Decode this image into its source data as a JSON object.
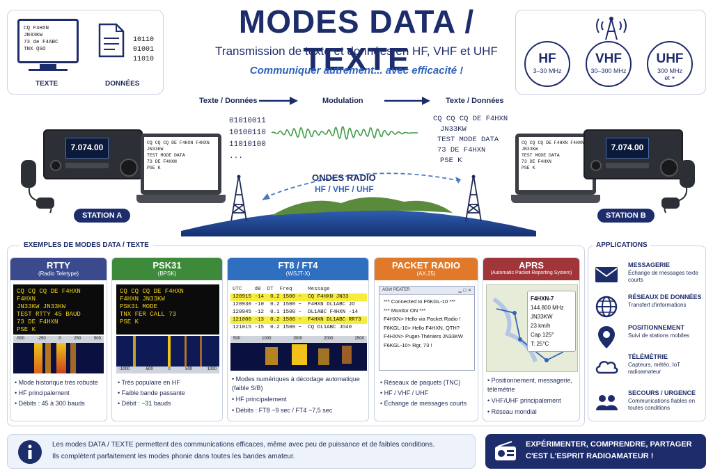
{
  "header": {
    "title": "MODES DATA / TEXTE",
    "subtitle": "Transmission de texte et données en HF, VHF et UHF",
    "tagline": "Communiquer autrement... avec efficacité !"
  },
  "top_left": {
    "lines": [
      "CQ F4HXN",
      "JN33KW",
      "73 de F4ABC",
      "TNX QSO"
    ],
    "bits": [
      "10110",
      "01001",
      "11010"
    ],
    "label_text": "TEXTE",
    "label_data": "DONNÉES"
  },
  "bands": [
    {
      "name": "HF",
      "range": "3–30 MHz"
    },
    {
      "name": "VHF",
      "range": "30–300 MHz"
    },
    {
      "name": "UHF",
      "range": "300 MHz et +"
    }
  ],
  "flow": {
    "input_label": "Texte / Données",
    "modulation_label": "Modulation",
    "output_label": "Texte / Données",
    "bits": [
      "01010011",
      "10100110",
      "11010100",
      "..."
    ],
    "received": [
      "CQ CQ CQ DE F4HXN",
      "JN33KW",
      "TEST MODE DATA",
      "73 DE F4HXN",
      "PSE K"
    ],
    "waves_title": "ONDES RADIO",
    "waves_bands": "HF / VHF / UHF"
  },
  "stations": {
    "a": {
      "label": "STATION A",
      "freq": "7.074.00",
      "screen": [
        "CQ CQ CQ DE F4HXN F4HXN",
        "JN33KW",
        "TEST MODE DATA",
        "73 DE F4HXN",
        "PSE K"
      ]
    },
    "b": {
      "label": "STATION B",
      "freq": "7.074.00",
      "screen": [
        "CQ CQ CQ DE F4HXN F4HXN",
        "JN33KW",
        "TEST MODE DATA",
        "73 DE F4HXN",
        "PSE K"
      ]
    }
  },
  "examples_title": "EXEMPLES DE MODES DATA / TEXTE",
  "modes": {
    "rtty": {
      "name": "RTTY",
      "sub": "(Radio Teletype)",
      "term": [
        "CQ CQ CQ DE F4HXN F4HXN",
        "JN33KW JN33KW",
        "TEST RTTY 45 BAUD",
        "73 DE F4HXN",
        "PSE K"
      ],
      "axis": [
        "-500",
        "-250",
        "0",
        "250",
        "500"
      ],
      "bullets": [
        "Mode historique très robuste",
        "HF principalement",
        "Débits : 45 à 300 bauds"
      ],
      "color": "#3b4a8c"
    },
    "psk31": {
      "name": "PSK31",
      "sub": "(BPSK)",
      "term": [
        "CQ CQ CQ DE F4HXN",
        "F4HXN JN33KW",
        "PSK31 MODE",
        "TNX FER CALL 73",
        "PSE K"
      ],
      "axis": [
        "-1000",
        "-500",
        "0",
        "500",
        "1000"
      ],
      "bullets": [
        "Très populaire en HF",
        "Faible bande passante",
        "Débit : ~31 bauds"
      ],
      "color": "#3d8a3a"
    },
    "ft8": {
      "name": "FT8 / FT4",
      "sub": "(WSJT-X)",
      "header": [
        "UTC",
        "dB",
        "DT",
        "Freq",
        "Message"
      ],
      "rows": [
        {
          "utc": "120915",
          "db": "-14",
          "dt": "0.2",
          "freq": "1500 ~",
          "msg": "CQ F4HXN JN33",
          "hl": true
        },
        {
          "utc": "120930",
          "db": "-10",
          "dt": "0.2",
          "freq": "1500 ~",
          "msg": "F4HXN DL1ABC JO",
          "hl": false
        },
        {
          "utc": "120945",
          "db": "-12",
          "dt": "0.1",
          "freq": "1500 ~",
          "msg": "DL1ABC F4HXN -14",
          "hl": false
        },
        {
          "utc": "121000",
          "db": "-13",
          "dt": "0.2",
          "freq": "1500 ~",
          "msg": "F4HXN DL1ABC RR73",
          "hl": true
        },
        {
          "utc": "121015",
          "db": "-15",
          "dt": "0.2",
          "freq": "1500 ~",
          "msg": "CQ DL1ABC JO40",
          "hl": false
        }
      ],
      "axis": [
        "500",
        "1000",
        "1500",
        "2000",
        "2500"
      ],
      "bullets": [
        "Modes numériques à décodage automatique (faible S/B)",
        "HF principalement",
        "Débits : FT8 ~9 sec / FT4 ~7,5 sec"
      ],
      "color": "#2f6fc0"
    },
    "packet": {
      "name": "PACKET RADIO",
      "sub": "(AX.25)",
      "win_title": "AGW PEATER",
      "lines": [
        "*** Connected to F6KGL-10 ***",
        "*** Monitor ON ***",
        "F4HXN> Hello via Packet Radio !",
        "F6KGL-10> Hello F4HXN, QTH?",
        "F4HXN> Puget-Théniers JN33KW",
        "F6KGL-10> Rgr, 73 !"
      ],
      "bullets": [
        "Réseaux de paquets (TNC)",
        "HF / VHF / UHF",
        "Échange de messages courts"
      ],
      "color": "#e07a2a"
    },
    "aprs": {
      "name": "APRS",
      "sub": "(Automatic Packet Reporting System)",
      "popup": [
        "F4HXN-7",
        "144.800 MHz",
        "JN33KW",
        "23 km/h",
        "Cap 125°",
        "T: 25°C"
      ],
      "bullets": [
        "Positionnement, messagerie, télémétrie",
        "VHF/UHF principalement",
        "Réseau mondial"
      ],
      "color": "#a0353a"
    }
  },
  "applications": {
    "title": "APPLICATIONS",
    "items": [
      {
        "icon": "envelope-icon",
        "title": "MESSAGERIE",
        "desc": "Échange de messages texte courts"
      },
      {
        "icon": "globe-icon",
        "title": "RÉSEAUX DE DONNÉES",
        "desc": "Transfert d'informations"
      },
      {
        "icon": "map-pin-icon",
        "title": "POSITIONNEMENT",
        "desc": "Suivi de stations mobiles"
      },
      {
        "icon": "cloud-icon",
        "title": "TÉLÉMÉTRIE",
        "desc": "Capteurs, météo, IoT radioamateur"
      },
      {
        "icon": "people-icon",
        "title": "SECOURS / URGENCE",
        "desc": "Communications fiables en toutes conditions"
      }
    ]
  },
  "footer": {
    "info_line1": "Les modes DATA / TEXTE permettent des communications efficaces, même avec peu de puissance et de faibles conditions.",
    "info_line2": "Ils complètent parfaitement les modes phonie dans toutes les bandes amateur.",
    "cta_line1": "EXPÉRIMENTER, COMPRENDRE, PARTAGER",
    "cta_line2": "C'EST L'ESPRIT RADIOAMATEUR !"
  }
}
